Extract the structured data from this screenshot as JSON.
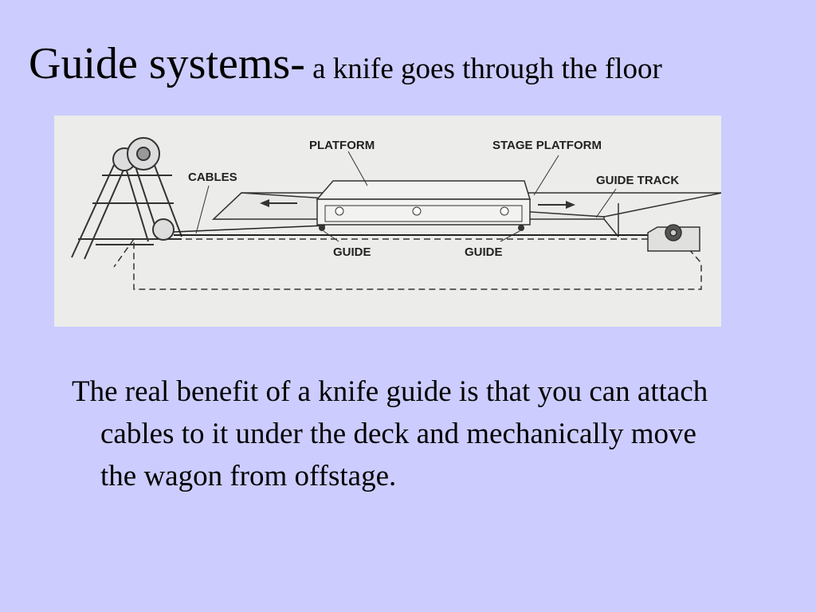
{
  "slide": {
    "title_main": "Guide systems-",
    "title_sub": " a knife goes through the floor",
    "body": "The real benefit of a knife guide is that you can attach cables to it under the deck and mechanically move the wagon from offstage."
  },
  "diagram": {
    "labels": {
      "platform": "PLATFORM",
      "stage_platform": "STAGE PLATFORM",
      "cables": "CABLES",
      "guide_track": "GUIDE TRACK",
      "guide_left": "GUIDE",
      "guide_right": "GUIDE"
    }
  }
}
